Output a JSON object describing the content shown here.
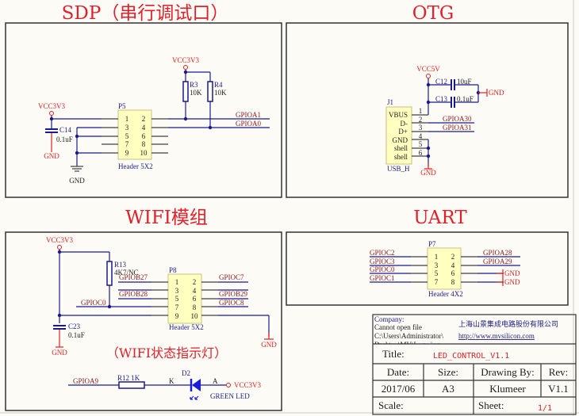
{
  "sections": {
    "sdp": {
      "title": "SDP（串行调试口）"
    },
    "otg": {
      "title": "OTG"
    },
    "wifi": {
      "title": "WIFI模组",
      "led_subtitle": "（WIFI状态指示灯）"
    },
    "uart": {
      "title": "UART"
    }
  },
  "sdp": {
    "power_top": "VCC3V3",
    "power_left": "VCC3V3",
    "r3": {
      "ref": "R3",
      "value": "10K"
    },
    "r4": {
      "ref": "R4",
      "value": "10K"
    },
    "c14": {
      "ref": "C14",
      "value": "0.1uF"
    },
    "c14_gnd": "GND",
    "gnd": "GND",
    "header": {
      "ref": "P5",
      "name": "Header 5X2",
      "pins_left": [
        "1",
        "3",
        "5",
        "7",
        "9"
      ],
      "pins_right": [
        "2",
        "4",
        "6",
        "8",
        "10"
      ]
    },
    "nets": [
      "GPIOA1",
      "GPIOA0"
    ]
  },
  "otg": {
    "power": "VCC5V",
    "c12": {
      "ref": "C12",
      "value": "10uF"
    },
    "c13": {
      "ref": "C13",
      "value": "0.1uF"
    },
    "cap_gnd": "GND",
    "connector": {
      "ref": "J1",
      "name": "USB_H",
      "pin_names": [
        "VBUS",
        "D-",
        "D+",
        "GND",
        "shell",
        "shell"
      ],
      "pin_numbers": [
        "1",
        "2",
        "3",
        "4",
        "5",
        "6"
      ]
    },
    "nets": [
      "GPIOA30",
      "GPIOA31"
    ],
    "gnd": "GND"
  },
  "wifi": {
    "power": "VCC3V3",
    "r13": {
      "ref": "R13",
      "value": "4K7/NC"
    },
    "c23": {
      "ref": "C23",
      "value": "0.1uF"
    },
    "c23_gnd": "GND",
    "gnd_right": "GND",
    "header": {
      "ref": "P8",
      "name": "Header 5X2",
      "pins_left": [
        "1",
        "3",
        "5",
        "7",
        "9"
      ],
      "pins_right": [
        "2",
        "4",
        "6",
        "8",
        "10"
      ]
    },
    "nets_left": [
      "GPIOB27",
      "GPIOB28",
      "GPIOC0"
    ],
    "nets_right": [
      "GPIOC7",
      "GPIOB29",
      "GPIOC8"
    ],
    "led": {
      "net": "GPIOA9",
      "resistor": "R12  1K",
      "cathode": "K",
      "anode": "A",
      "ref": "D2",
      "name": "GREEN LED",
      "power": "VCC3V3"
    }
  },
  "uart": {
    "header": {
      "ref": "P7",
      "name": "Header 4X2",
      "pins_left": [
        "1",
        "3",
        "5",
        "7"
      ],
      "pins_right": [
        "2",
        "4",
        "6",
        "8"
      ]
    },
    "nets_left": [
      "GPIOC2",
      "GPIOC3",
      "GPIOC0",
      "GPIOC1"
    ],
    "nets_right": [
      "GPIOA28",
      "GPIOA29"
    ],
    "gnd": [
      "GND",
      "GND"
    ]
  },
  "title_block": {
    "company_label": "Company:",
    "company_line2": "Cannot open file",
    "company_line3": "C:\\Users\\Administrator\\",
    "company_line4": "Desktop\\MV\\Logo.jpg",
    "company_name": "上海山景集成电路股份有限公司",
    "url": "http://www.mvsilicon.com",
    "title_label": "Title:",
    "title_value": "LED_CONTROL_V1.1",
    "date_label": "Date:",
    "size_label": "Size:",
    "drawing_by_label": "Drawing By:",
    "rev_label": "Rev:",
    "date_value": "2017/06",
    "size_value": "A3",
    "drawing_by_value": "Klumeer",
    "rev_value": "V1.1",
    "scale_label": "Scale:",
    "sheet_label": "Sheet:",
    "sheet_value": "1/1"
  }
}
